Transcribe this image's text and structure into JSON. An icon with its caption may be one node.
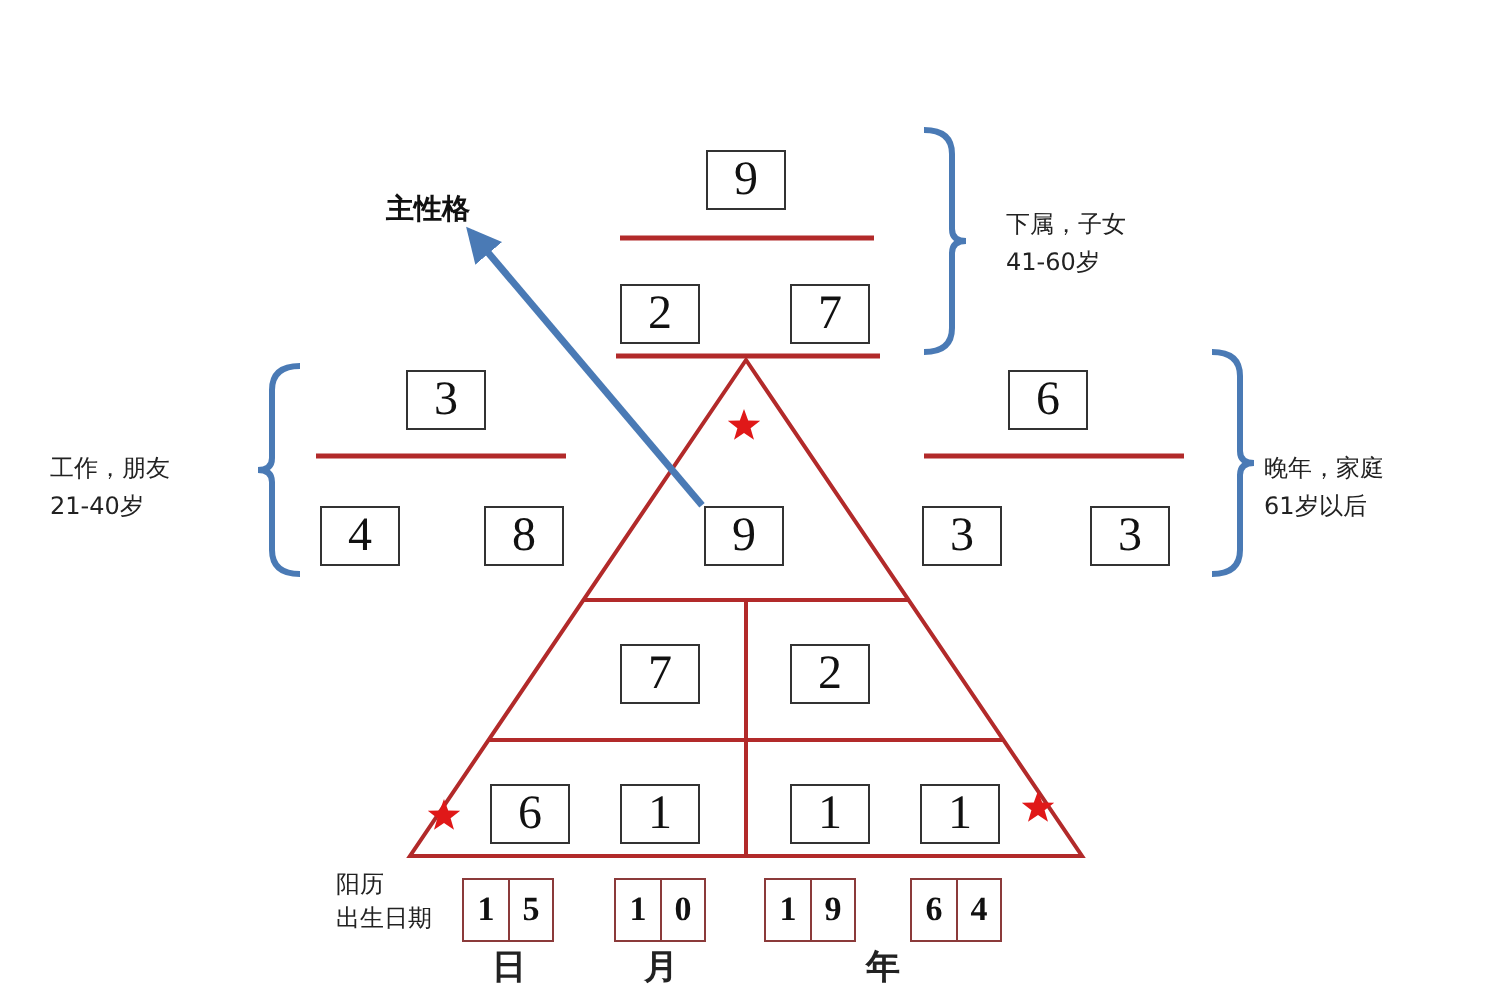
{
  "diagram": {
    "nodes": [
      {
        "text": [
          "9"
        ]
      },
      {
        "text": [
          "主性格"
        ]
      },
      {
        "text": [
          "2"
        ]
      },
      {
        "text": [
          "7"
        ]
      },
      {
        "text": [
          "3"
        ]
      },
      {
        "text": [
          "6"
        ]
      },
      {
        "text": [
          "4"
        ]
      },
      {
        "text": [
          "8"
        ]
      },
      {
        "text": [
          "9"
        ]
      },
      {
        "text": [
          "3"
        ]
      },
      {
        "text": [
          "3"
        ]
      },
      {
        "text": [
          "7"
        ]
      },
      {
        "text": [
          "2"
        ]
      },
      {
        "text": [
          "6"
        ]
      },
      {
        "text": [
          "1"
        ]
      },
      {
        "text": [
          "1"
        ]
      },
      {
        "text": [
          "1"
        ]
      },
      {
        "text": [
          "1",
          "5"
        ]
      },
      {
        "text": [
          "1",
          "0"
        ]
      },
      {
        "text": [
          "1",
          "9"
        ]
      },
      {
        "text": [
          "6",
          "4"
        ]
      }
    ],
    "edges": [
      {
        "from": 8,
        "to": 1,
        "arrow": "to"
      }
    ],
    "labels": [
      "下属，子女",
      "41-60岁",
      "工作，朋友",
      "21-40岁",
      "晚年，家庭",
      "61岁以后",
      "阳历",
      "出生日期",
      "日",
      "月",
      "年"
    ]
  }
}
